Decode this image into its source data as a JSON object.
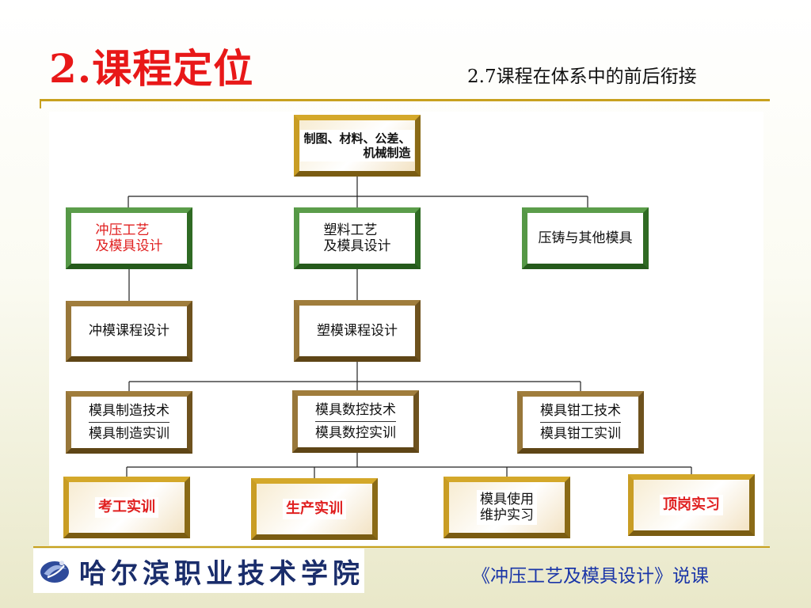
{
  "header": {
    "title": "2.课程定位",
    "subtitle": "2.7课程在体系中的前后衔接"
  },
  "diagram": {
    "top": [
      "制图、材料、公差、",
      "机械制造"
    ],
    "level2": {
      "stamping": [
        "冲压工艺",
        "及模具设计"
      ],
      "plastic": [
        "塑料工艺",
        "及模具设计"
      ],
      "casting": "压铸与其他模具"
    },
    "level3": {
      "stamping_design": "冲模课程设计",
      "plastic_design": "塑模课程设计"
    },
    "level4": {
      "manufacturing": {
        "top": "模具制造技术",
        "bottom": "模具制造实训"
      },
      "cnc": {
        "top": "模具数控技术",
        "bottom": "模具数控实训"
      },
      "fitter": {
        "top": "模具钳工技术",
        "bottom": "模具钳工实训"
      }
    },
    "level5": {
      "exam": "考工实训",
      "production": "生产实训",
      "maintenance": [
        "模具使用",
        "维护实习"
      ],
      "internship": "顶岗实习"
    }
  },
  "footer": {
    "school": "哈尔滨职业技术学院",
    "course": "《冲压工艺及模具设计》说课"
  },
  "colors": {
    "title": "#e81818",
    "rule": "#c8a11e",
    "gold_frame": "#d4a82a",
    "brown_frame": "#8a6a16",
    "green_frame": "#2f6a23",
    "footer_text": "#1a35a8"
  }
}
